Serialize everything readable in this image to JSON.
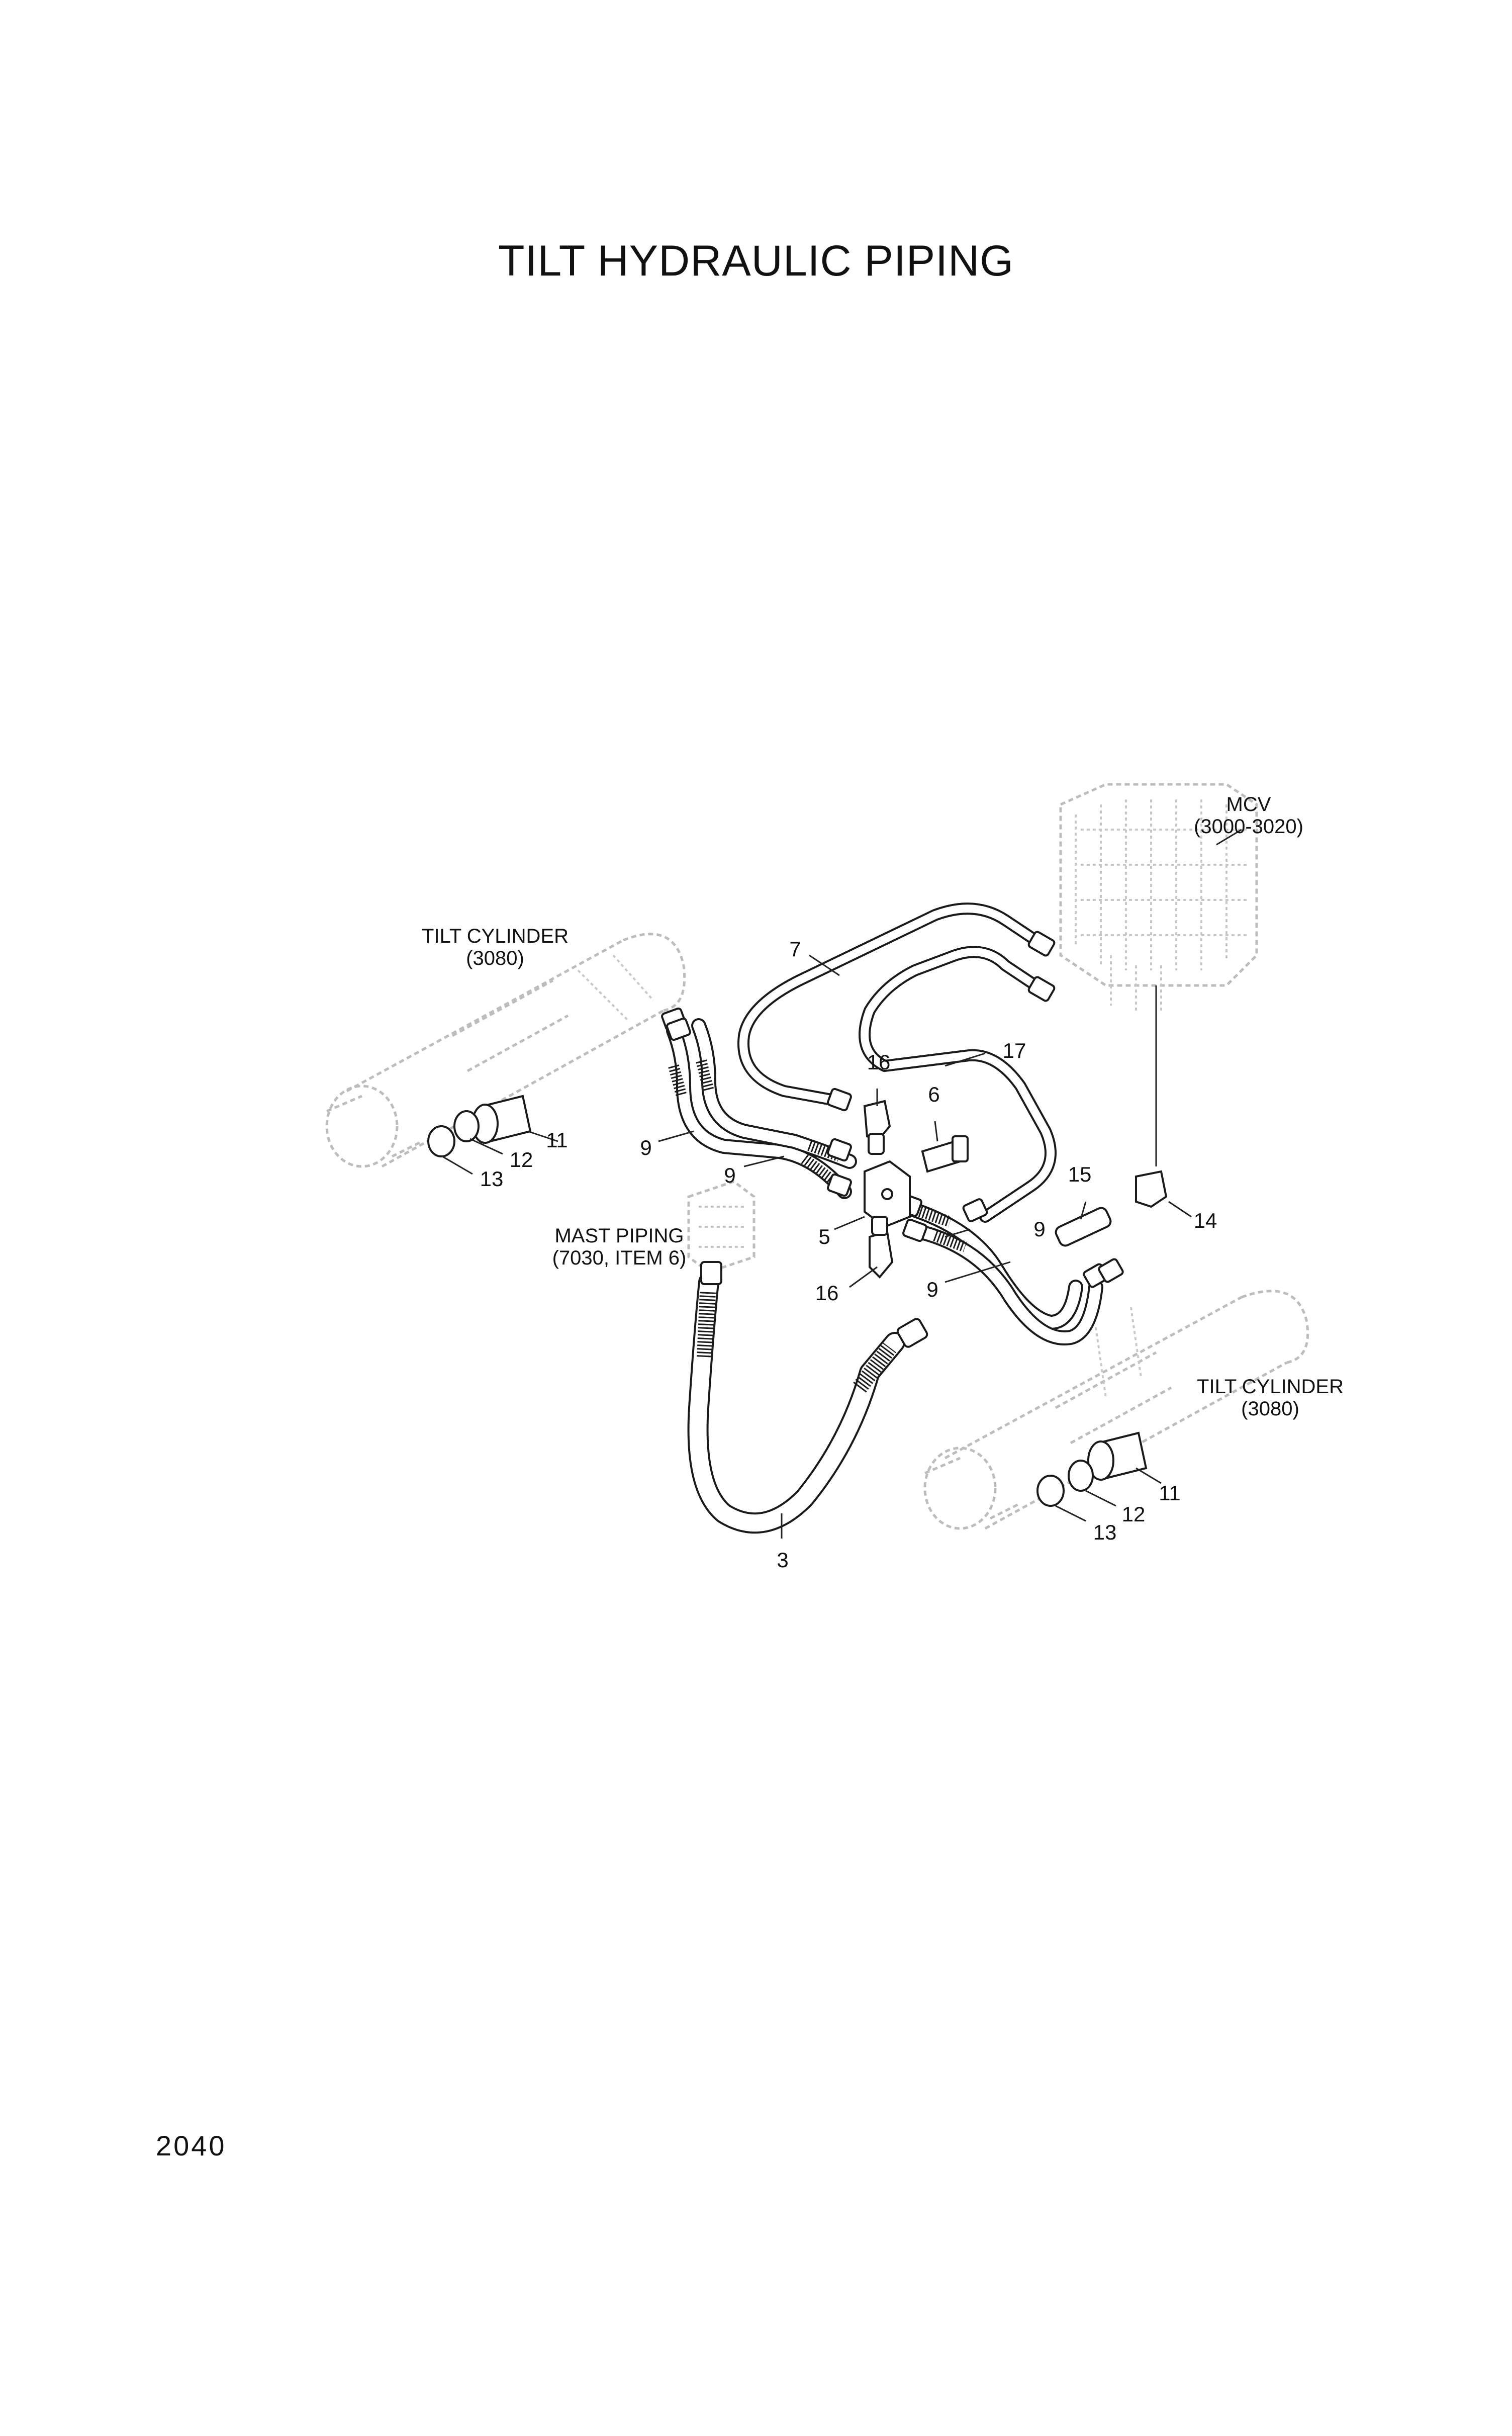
{
  "title": "TILT HYDRAULIC PIPING",
  "page_number": "2040",
  "references": {
    "mcv": {
      "name": "MCV",
      "ref": "(3000-3020)"
    },
    "tilt_cylinder_left": {
      "name": "TILT CYLINDER",
      "ref": "(3080)"
    },
    "tilt_cylinder_right": {
      "name": "TILT CYLINDER",
      "ref": "(3080)"
    },
    "mast_piping": {
      "name": "MAST PIPING",
      "ref": "(7030, ITEM 6)"
    }
  },
  "callouts": {
    "n3": "3",
    "n5": "5",
    "n6": "6",
    "n7": "7",
    "n9a": "9",
    "n9b": "9",
    "n9c": "9",
    "n9d": "9",
    "n11a": "11",
    "n11b": "11",
    "n12a": "12",
    "n12b": "12",
    "n13a": "13",
    "n13b": "13",
    "n14": "14",
    "n15": "15",
    "n16a": "16",
    "n16b": "16",
    "n17": "17"
  }
}
